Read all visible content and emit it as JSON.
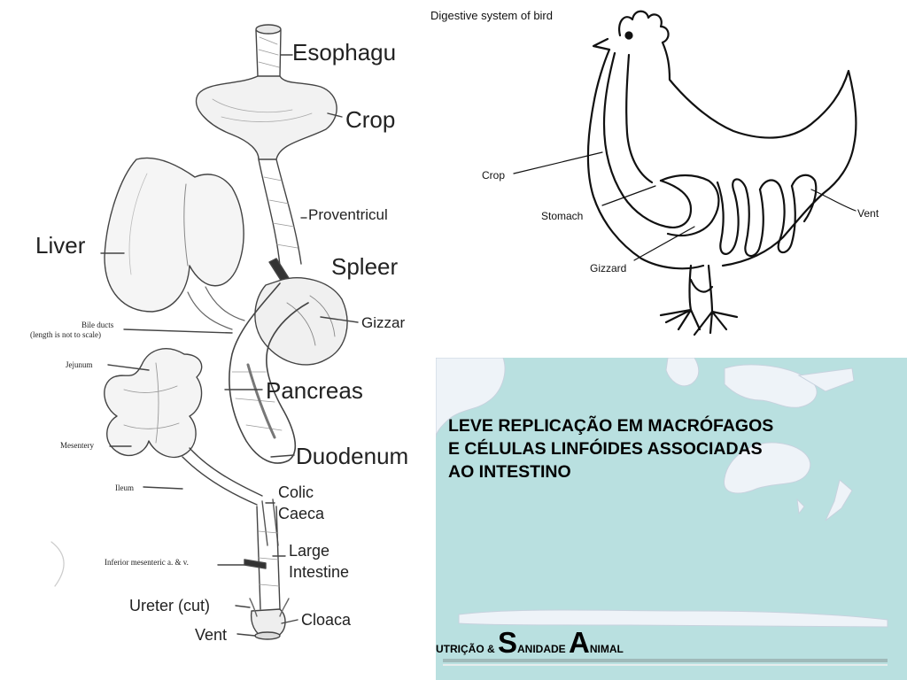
{
  "digestive_tract": {
    "labels": {
      "esophagus": "Esophagu",
      "crop": "Crop",
      "proventriculus": "Proventricul",
      "spleen": "Spleer",
      "liver": "Liver",
      "gizzard": "Gizzar",
      "bile_ducts_1": "Bile ducts",
      "bile_ducts_2": "(length is not to scale)",
      "jejunum": "Jejunum",
      "pancreas": "Pancreas",
      "mesentery": "Mesentery",
      "duodenum": "Duodenum",
      "ileum": "Ileum",
      "colic_1": "Colic",
      "colic_2": "Caeca",
      "inferior_mesenteric": "Inferior mesenteric a. & v.",
      "large_intestine_1": "Large",
      "large_intestine_2": "Intestine",
      "ureter": "Ureter (cut)",
      "cloaca": "Cloaca",
      "vent": "Vent"
    }
  },
  "bird_diagram": {
    "title": "Digestive system of bird",
    "labels": {
      "crop": "Crop",
      "stomach": "Stomach",
      "gizzard": "Gizzard",
      "vent": "Vent"
    }
  },
  "slide": {
    "text_line_1": "LEVE REPLICAÇÃO EM MACRÓFAGOS",
    "text_line_2": "E CÉLULAS LINFÓIDES ASSOCIADAS",
    "text_line_3": "AO INTESTINO",
    "panel_color": "#b9e0e0",
    "continent_color": "#eef3f8"
  },
  "footer": {
    "part1": "UTRIÇÃO & ",
    "big_s": "S",
    "part2": "ANIDADE ",
    "big_a": "A",
    "part3": "NIMAL"
  }
}
